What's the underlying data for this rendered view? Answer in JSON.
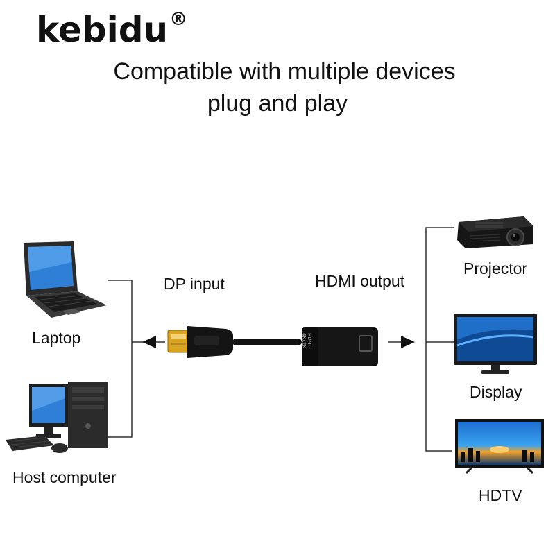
{
  "brand": {
    "name": "kebidu",
    "mark": "®"
  },
  "headline": {
    "line1": "Compatible with multiple devices",
    "line2": "plug and play"
  },
  "adapter": {
    "input_label": "DP input",
    "output_label": "HDMI output",
    "housing_text_line1": "HDMI",
    "housing_text_line2": "4Kx2K"
  },
  "sources": [
    {
      "label": "Laptop"
    },
    {
      "label": "Host computer"
    }
  ],
  "outputs": [
    {
      "label": "Projector"
    },
    {
      "label": "Display"
    },
    {
      "label": "HDTV"
    }
  ],
  "colors": {
    "text": "#111111",
    "lines": "#333333",
    "dp_plug": "#d9a520",
    "cable": "#111111",
    "screen_blue": "#2f7fd6"
  },
  "icons": [
    "laptop-icon",
    "desktop-computer-icon",
    "projector-icon",
    "monitor-icon",
    "tv-icon",
    "arrow-left-icon",
    "arrow-right-icon"
  ]
}
